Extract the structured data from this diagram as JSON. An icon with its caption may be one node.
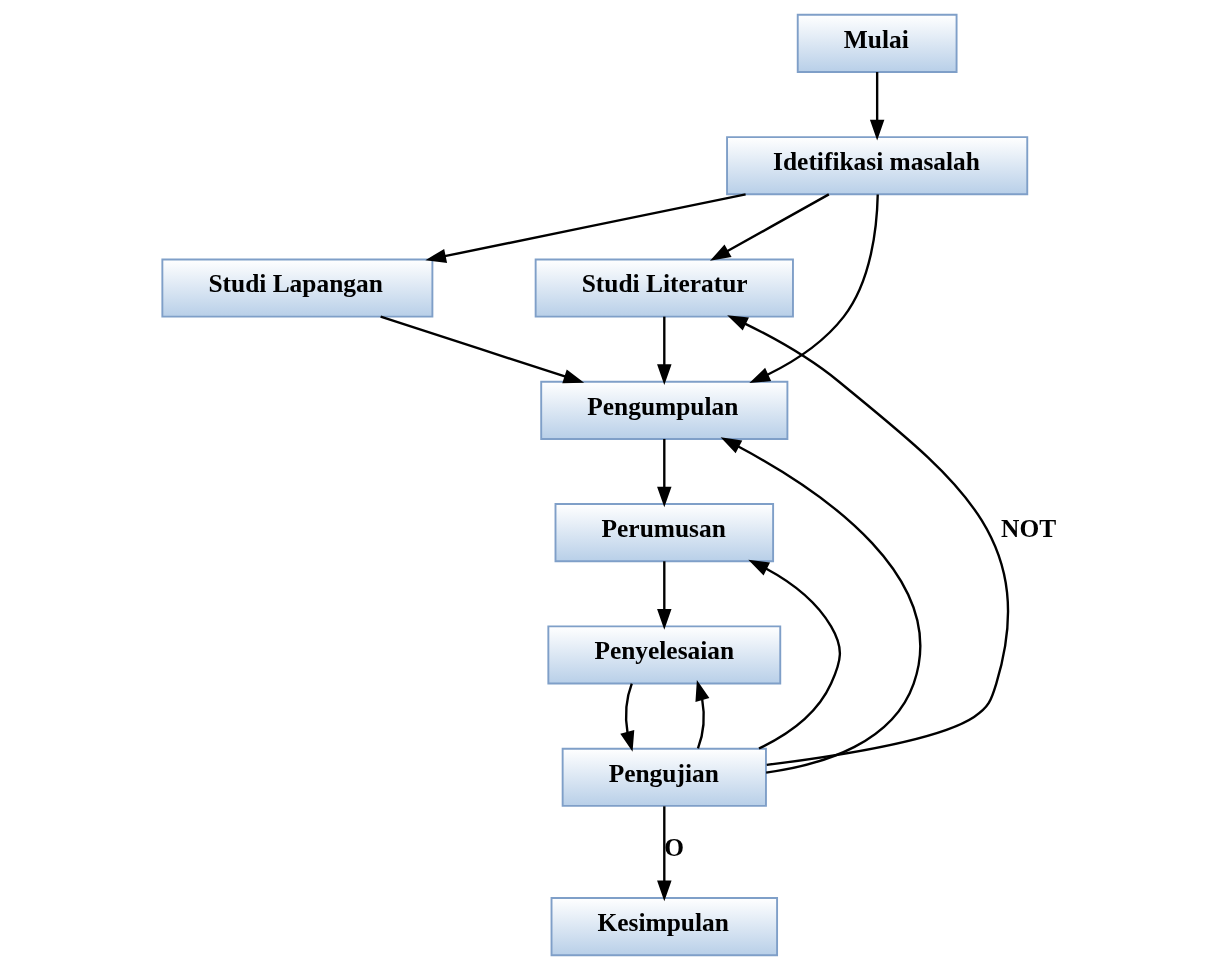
{
  "diagram": {
    "nodes": [
      {
        "text": [
          "Mulai"
        ]
      },
      {
        "text": [
          "Studi Lapangan"
        ]
      },
      {
        "text": [
          "Idetifikasi masalah"
        ]
      },
      {
        "text": [
          "Studi Literatur"
        ]
      },
      {
        "text": [
          "Pengumpulan"
        ]
      },
      {
        "text": [
          "Perumusan"
        ]
      },
      {
        "text": [
          "Penyelesaian"
        ]
      },
      {
        "text": [
          "Pengujian"
        ]
      },
      {
        "text": [
          "Kesimpulan"
        ]
      }
    ],
    "edges": [
      {
        "from": 0,
        "to": 2,
        "arrow": "to"
      },
      {
        "from": 2,
        "to": 1,
        "arrow": "to"
      },
      {
        "from": 2,
        "to": 3,
        "arrow": "to"
      },
      {
        "from": 2,
        "to": 4,
        "arrow": "to"
      },
      {
        "from": 1,
        "to": 4,
        "arrow": "to"
      },
      {
        "from": 3,
        "to": 4,
        "arrow": "to"
      },
      {
        "from": 4,
        "to": 5,
        "arrow": "to"
      },
      {
        "from": 5,
        "to": 6,
        "arrow": "to"
      },
      {
        "from": 6,
        "to": 7,
        "arrow": "to"
      },
      {
        "from": 7,
        "to": 8,
        "arrow": "to",
        "label": "O"
      },
      {
        "from": 7,
        "to": 3,
        "arrow": "to",
        "label": "NOT"
      },
      {
        "from": 7,
        "to": 4,
        "arrow": "to"
      },
      {
        "from": 7,
        "to": 5,
        "arrow": "to"
      },
      {
        "from": 7,
        "to": 6,
        "arrow": "to"
      }
    ]
  }
}
